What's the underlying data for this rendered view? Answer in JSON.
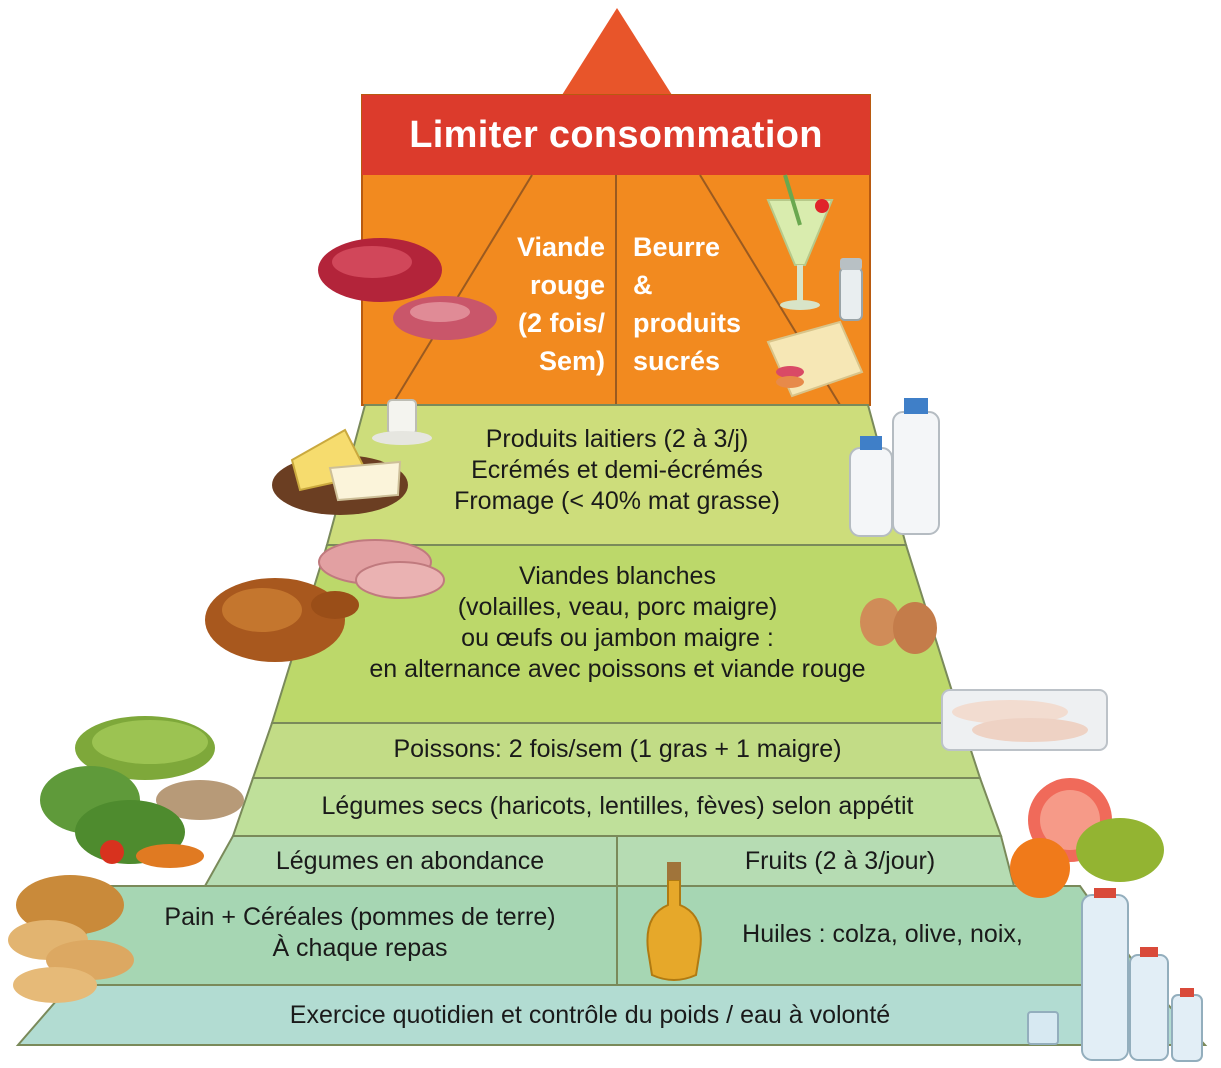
{
  "colors": {
    "apex": "#e8552a",
    "header": "#dc3b2c",
    "orange_box": "#f28a1f",
    "dairy": "#cddd7b",
    "meat": "#bcd86a",
    "fish": "#c2dc86",
    "legumes": "#bfe09a",
    "veg_fruit": "#b6dcb3",
    "bread_oil": "#a6d6b3",
    "exercise": "#b2dcd2",
    "stroke": "#7a8a5a"
  },
  "header": {
    "title": "Limiter consommation"
  },
  "top": {
    "left_text": "Viande\nrouge\n(2 fois/\nSem)",
    "right_text": "Beurre\n&\nproduits\nsucrés"
  },
  "tiers": {
    "dairy": "Produits laitiers (2 à 3/j)\nEcrémés et demi-écrémés\nFromage (< 40% mat grasse)",
    "meat": "Viandes blanches\n(volailles, veau, porc maigre)\nou œufs ou jambon maigre :\nen alternance avec poissons et viande rouge",
    "fish": "Poissons: 2 fois/sem (1 gras + 1 maigre)",
    "legumes": "Légumes secs (haricots, lentilles, fèves) selon appétit",
    "vegetables": "Légumes en abondance",
    "fruits": "Fruits (2 à 3/jour)",
    "bread": "Pain + Céréales (pommes de terre)\nÀ chaque repas",
    "oils": "Huiles : colza, olive, noix,",
    "exercise": "Exercice quotidien et contrôle du poids / eau à volonté"
  }
}
